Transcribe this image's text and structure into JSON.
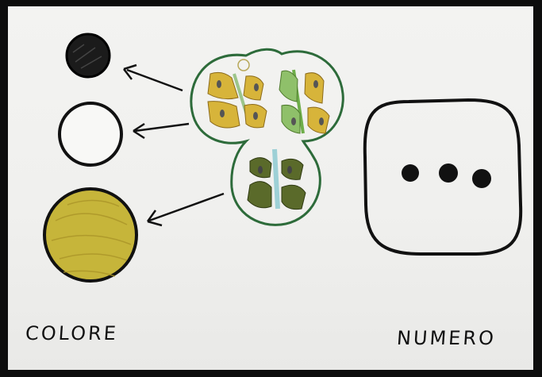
{
  "labels": {
    "left": "COLORE",
    "right": "NUMERO"
  },
  "colors": {
    "paper": "#f1f1ef",
    "ink": "#111111",
    "green_outline": "#2d6b3a",
    "yellow_fill": "#c9b73a",
    "black_fill": "#1a1a1a",
    "wing_yellow": "#d7b43a",
    "wing_dark_green": "#5a6a2a"
  },
  "dice": {
    "pips": 3
  },
  "icons": {
    "black_circle": "black-circle-icon",
    "white_circle": "white-circle-icon",
    "yellow_circle": "yellow-circle-icon",
    "arrow": "arrow-icon",
    "insects_group": "insects-drawing",
    "dice": "dice-icon"
  }
}
